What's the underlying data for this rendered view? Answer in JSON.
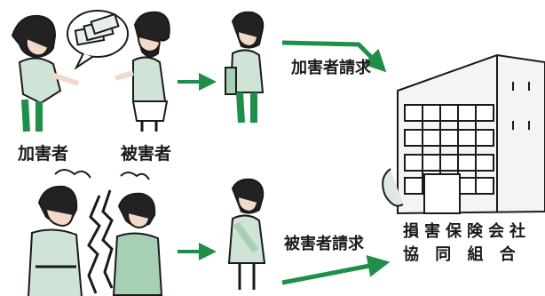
{
  "labels": {
    "perpetrator": "加害者",
    "victim": "被害者",
    "perpetrator_claim": "加害者請求",
    "victim_claim": "被害者請求",
    "org_line1": "損害保険会社",
    "org_line2": "協 同 組 合"
  },
  "colors": {
    "arrow": "#1e8f4a",
    "ink": "#1a1a1a",
    "skin": "#f3d9c8",
    "shirt_green": "#cfe4d6",
    "pants_green": "#1f8e4b",
    "bag": "#a7cfb3",
    "building": "#f4f4f4"
  },
  "icons": [
    "handshake-scene",
    "money-bubble",
    "dispute-scene",
    "person-perpetrator",
    "person-victim",
    "insurance-building"
  ]
}
